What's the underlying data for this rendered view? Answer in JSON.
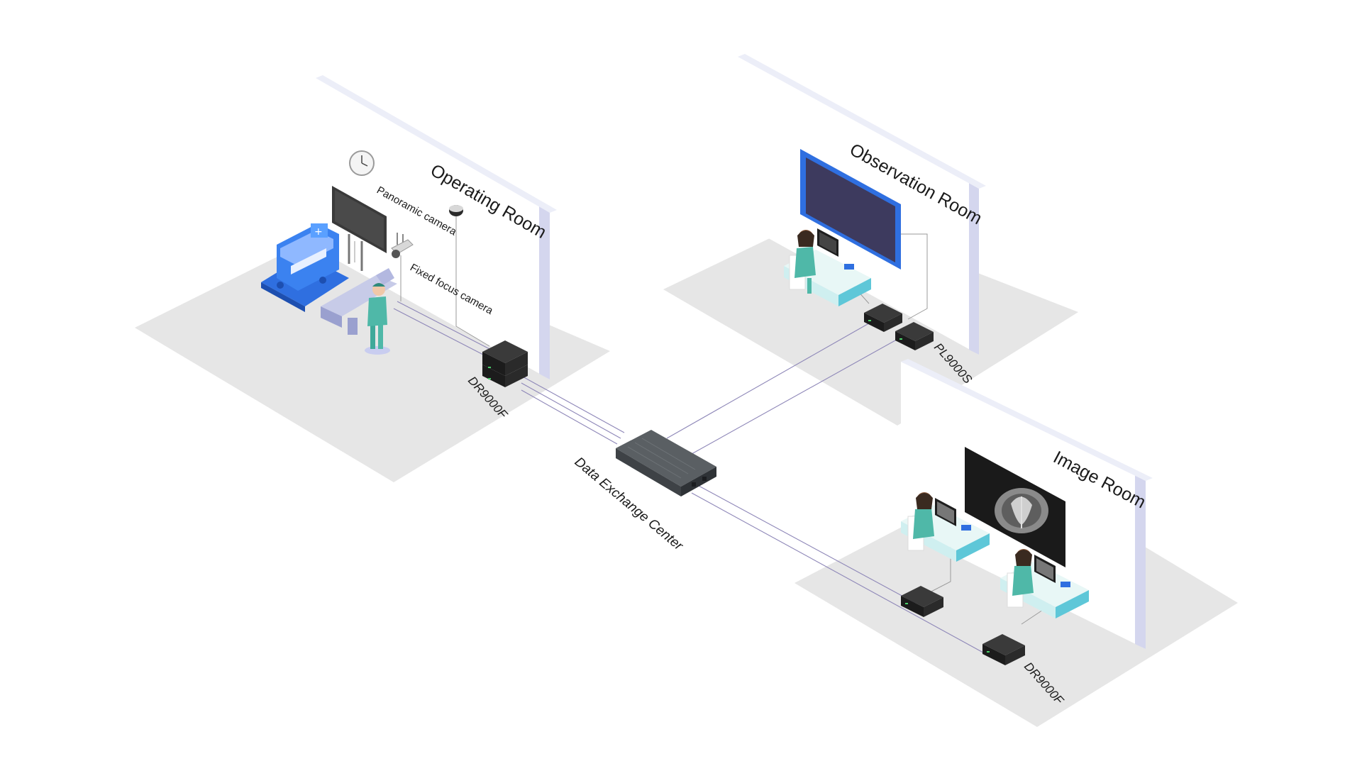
{
  "rooms": {
    "operating": {
      "title": "Operating Room"
    },
    "observation": {
      "title": "Observation Room"
    },
    "image": {
      "title": "Image Room"
    }
  },
  "cameras": {
    "panoramic": {
      "label": "Panoramic camera"
    },
    "fixed_focus": {
      "label": "Fixed focus camera"
    }
  },
  "devices": {
    "operating_recorder": {
      "label": "DR9000F"
    },
    "observation_player": {
      "label": "PL9000S"
    },
    "image_recorder": {
      "label": "DR9000F"
    }
  },
  "hub": {
    "label": "Data Exchange Center"
  },
  "colors": {
    "floor": "#e6e6e6",
    "wall": "#ffffff",
    "wall_edge": "#d4d6ee",
    "cable": "#8e87b8",
    "device": "#1c1c1c",
    "switch": "#555a5e",
    "equipment_blue": "#2f6fe0",
    "scrub": "#4fb8a8"
  }
}
